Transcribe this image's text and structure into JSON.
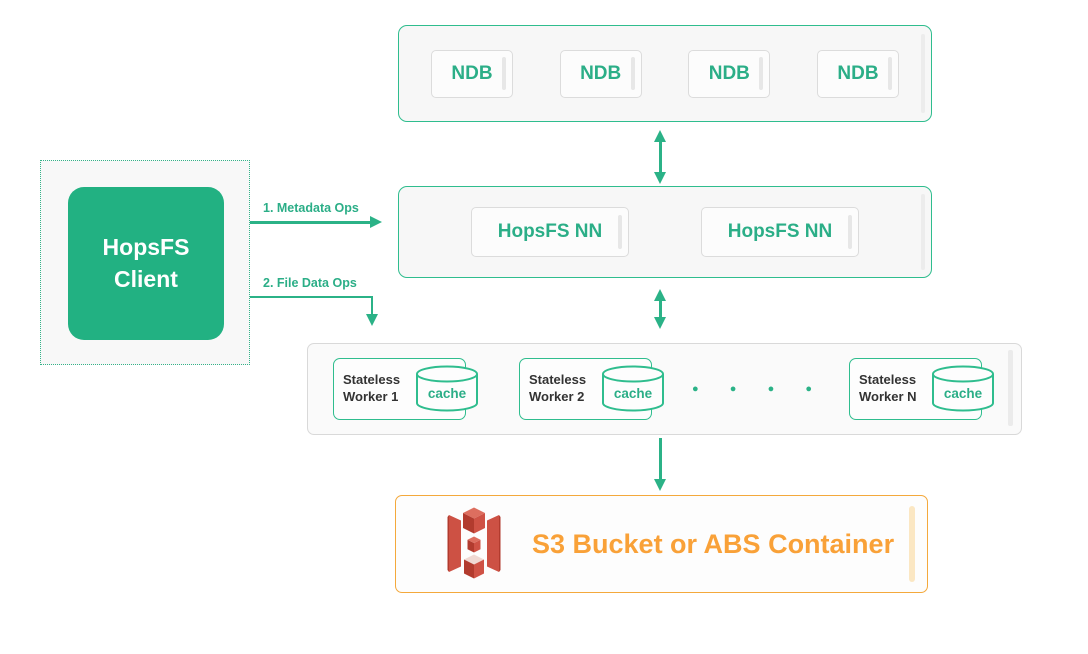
{
  "colors": {
    "green": "#2bb287",
    "green_fill": "#22b182",
    "panel_border_green": "#2fbd8e",
    "gray_border": "#d9d9d9",
    "orange_border": "#f4a93c",
    "orange_text": "#f9a138",
    "icon_red": "#cd5144"
  },
  "client": {
    "line1": "HopsFS",
    "line2": "Client"
  },
  "edges": {
    "metadata_ops_label": "1. Metadata Ops",
    "file_data_ops_label": "2. File Data Ops"
  },
  "database_layer": {
    "nodes": [
      "NDB",
      "NDB",
      "NDB",
      "NDB"
    ]
  },
  "namenode_layer": {
    "nodes": [
      "HopsFS NN",
      "HopsFS NN"
    ]
  },
  "worker_layer": {
    "workers": [
      {
        "line1": "Stateless",
        "line2": "Worker 1",
        "cache_label": "cache"
      },
      {
        "line1": "Stateless",
        "line2": "Worker 2",
        "cache_label": "cache"
      },
      {
        "line1": "Stateless",
        "line2": "Worker N",
        "cache_label": "cache"
      }
    ],
    "ellipsis_dots": [
      "●",
      "●",
      "●",
      "●"
    ]
  },
  "storage_layer": {
    "label": "S3 Bucket or ABS Container"
  }
}
